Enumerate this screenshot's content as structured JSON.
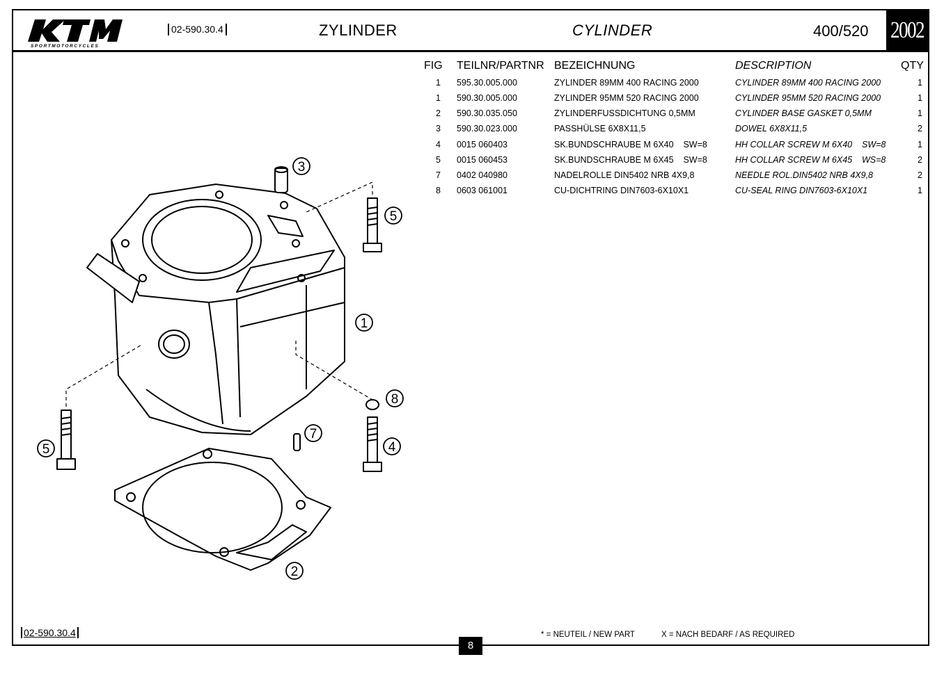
{
  "header": {
    "brand": "KTM",
    "brand_sub": "SPORTMOTORCYCLES",
    "part_number": "02-590.30.4",
    "title_de": "ZYLINDER",
    "title_en": "CYLINDER",
    "model": "400/520",
    "year": "2002"
  },
  "table": {
    "columns": {
      "fig": "FIG",
      "partnr": "TEILNR/PARTNR",
      "bezeichnung": "BEZEICHNUNG",
      "description": "DESCRIPTION",
      "qty": "QTY"
    },
    "rows": [
      {
        "fig": "1",
        "partnr": "595.30.005.000",
        "bezeichnung": "ZYLINDER 89MM 400 RACING  2000",
        "description": "CYLINDER 89MM 400 RACING  2000",
        "qty": "1"
      },
      {
        "fig": "1",
        "partnr": "590.30.005.000",
        "bezeichnung": "ZYLINDER 95MM 520 RACING  2000",
        "description": "CYLINDER 95MM 520 RACING  2000",
        "qty": "1"
      },
      {
        "fig": "2",
        "partnr": "590.30.035.050",
        "bezeichnung": "ZYLINDERFUSSDICHTUNG 0,5MM",
        "description": "CYLINDER BASE GASKET 0,5MM",
        "qty": "1"
      },
      {
        "fig": "3",
        "partnr": "590.30.023.000",
        "bezeichnung": "PASSHÜLSE 6X8X11,5",
        "description": "DOWEL 6X8X11,5",
        "qty": "2"
      },
      {
        "fig": "4",
        "partnr": "0015 060403",
        "bezeichnung": "SK.BUNDSCHRAUBE M 6X40    SW=8",
        "description": "HH COLLAR SCREW M 6X40    SW=8",
        "qty": "1"
      },
      {
        "fig": "5",
        "partnr": "0015 060453",
        "bezeichnung": "SK.BUNDSCHRAUBE M 6X45    SW=8",
        "description": "HH COLLAR SCREW M 6X45    WS=8",
        "qty": "2"
      },
      {
        "fig": "7",
        "partnr": "0402 040980",
        "bezeichnung": "NADELROLLE DIN5402 NRB 4X9,8",
        "description": "NEEDLE ROL.DIN5402 NRB 4X9,8",
        "qty": "2"
      },
      {
        "fig": "8",
        "partnr": "0603 061001",
        "bezeichnung": "CU-DICHTRING DIN7603-6X10X1",
        "description": "CU-SEAL RING DIN7603-6X10X1",
        "qty": "1"
      }
    ]
  },
  "diagram": {
    "callouts": [
      "1",
      "2",
      "3",
      "4",
      "5",
      "5",
      "7",
      "8"
    ]
  },
  "footer": {
    "part_number": "02-590.30.4",
    "note_new": "* = NEUTEIL / NEW PART",
    "note_required": "X = NACH BEDARF / AS REQUIRED",
    "page": "8"
  }
}
